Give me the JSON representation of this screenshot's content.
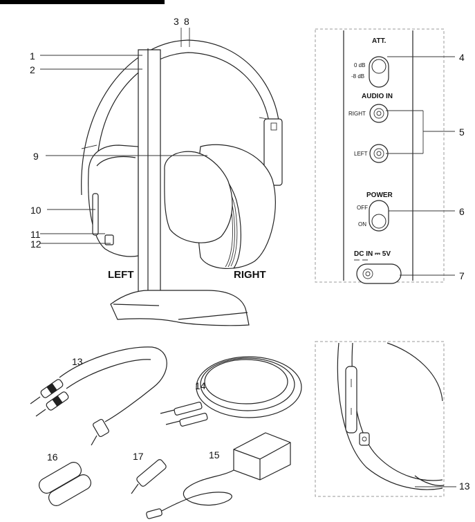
{
  "labels": {
    "l1": "1",
    "l2": "2",
    "l3": "3",
    "l8": "8",
    "l4": "4",
    "l5": "5",
    "l6": "6",
    "l7": "7",
    "l9": "9",
    "l10": "10",
    "l11": "11",
    "l12": "12",
    "l13a": "13",
    "l13b": "13",
    "l14": "14",
    "l15": "15",
    "l16": "16",
    "l17": "17"
  },
  "sides": {
    "left": "LEFT",
    "right": "RIGHT"
  },
  "controls": {
    "att_title": "ATT.",
    "att_0db": "0 dB",
    "att_8db": "-8 dB",
    "audio_title": "AUDIO IN",
    "audio_right": "RIGHT",
    "audio_left": "LEFT",
    "power_title": "POWER",
    "power_off": "OFF",
    "power_on": "ON",
    "dc_title": "DC IN ⎓ 5V"
  },
  "colors": {
    "line": "#222222",
    "panel_border": "#999999",
    "header_bar": "#000000"
  }
}
